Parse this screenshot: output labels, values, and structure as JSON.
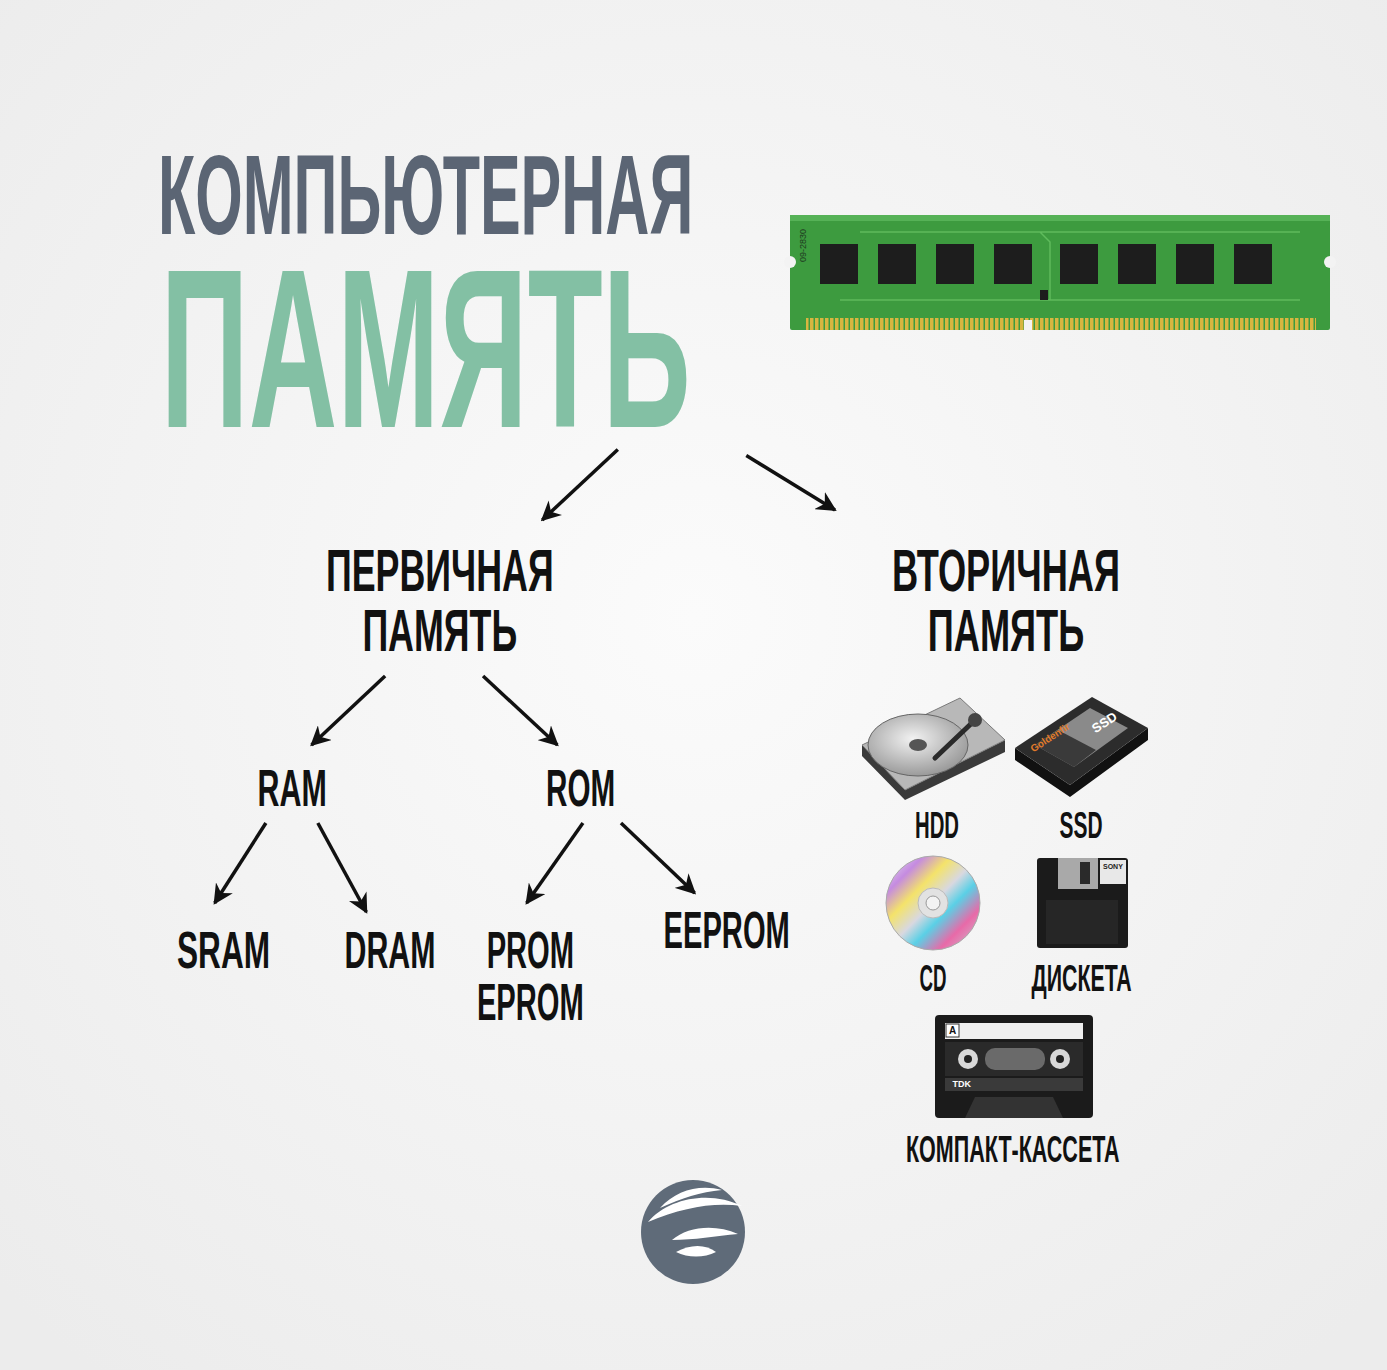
{
  "diagram": {
    "nodes": [
      {
        "text": [
          "КОМПЬЮТЕРНАЯ",
          "ПАМЯТЬ"
        ]
      },
      {
        "text": [
          "ПЕРВИЧНАЯ ПАМЯТЬ"
        ]
      },
      {
        "text": [
          "ВТОРИЧНАЯ ПАМЯТЬ"
        ]
      },
      {
        "text": [
          "RAM"
        ]
      },
      {
        "text": [
          "ROM"
        ]
      },
      {
        "text": [
          "SRAM"
        ]
      },
      {
        "text": [
          "DRAM"
        ]
      },
      {
        "text": [
          "PROM EPROM"
        ]
      },
      {
        "text": [
          "EEPROM"
        ]
      }
    ],
    "edges": [
      {
        "from": 0,
        "to": 1,
        "arrow": "to"
      },
      {
        "from": 0,
        "to": 2,
        "arrow": "to"
      },
      {
        "from": 1,
        "to": 3,
        "arrow": "to"
      },
      {
        "from": 1,
        "to": 4,
        "arrow": "to"
      },
      {
        "from": 3,
        "to": 5,
        "arrow": "to"
      },
      {
        "from": 3,
        "to": 6,
        "arrow": "to"
      },
      {
        "from": 4,
        "to": 7,
        "arrow": "to"
      },
      {
        "from": 4,
        "to": 8,
        "arrow": "to"
      }
    ],
    "labels": [
      "09-2830",
      "Goldenfir",
      "SSD",
      "HDD",
      "SSD",
      "SONY",
      "CD",
      "ДИСКЕТА",
      "A",
      "TDK",
      "КОМПАКТ-КАССЕТА"
    ]
  }
}
